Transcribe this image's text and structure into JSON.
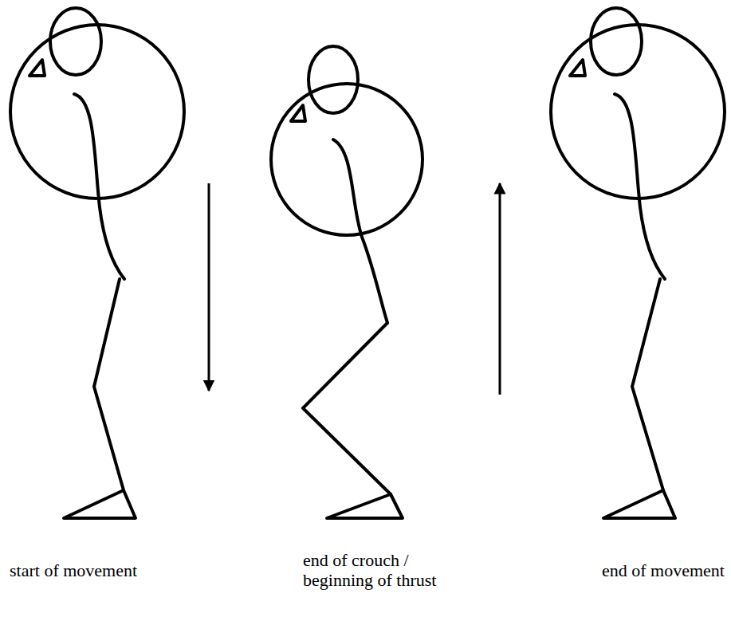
{
  "diagram": {
    "labels": [
      "start of movement",
      "end of crouch / beginning of thrust",
      "end of movement"
    ]
  }
}
